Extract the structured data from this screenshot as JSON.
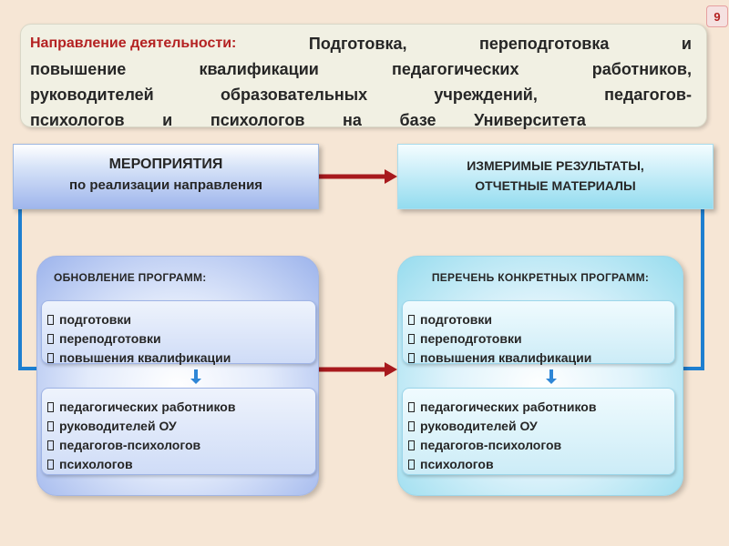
{
  "page_number": "9",
  "header": {
    "label": "Направление деятельности:",
    "line1_words": [
      "Подготовка,",
      "переподготовка",
      "и"
    ],
    "line2_words": [
      "повышение",
      "квалификации",
      "педагогических",
      "работников,"
    ],
    "line3_words": [
      "руководителей",
      "образовательных",
      "учреждений,",
      "педагогов-"
    ],
    "line4_words": [
      "психологов",
      "и",
      "психологов",
      "на",
      "базе",
      "Университета"
    ]
  },
  "left_top": {
    "title": "МЕРОПРИЯТИЯ",
    "subtitle": "по реализации направления"
  },
  "right_top": {
    "line1": "ИЗМЕРИМЫЕ  РЕЗУЛЬТАТЫ,",
    "line2": "ОТЧЕТНЫЕ МАТЕРИАЛЫ"
  },
  "left_panel": {
    "title": "ОБНОВЛЕНИЕ   ПРОГРАММ:",
    "list_a": [
      "подготовки",
      "переподготовки",
      "повышения квалификации"
    ],
    "list_b": [
      "педагогических работников",
      "руководителей ОУ",
      "педагогов-психологов",
      "психологов"
    ]
  },
  "right_panel": {
    "title": "ПЕРЕЧЕНЬ КОНКРЕТНЫХ ПРОГРАММ:",
    "list_a": [
      "подготовки",
      "переподготовки",
      "повышения квалификации"
    ],
    "list_b": [
      "педагогических работников",
      "руководителей ОУ",
      "педагогов-психологов",
      "психологов"
    ]
  },
  "colors": {
    "arrow_red": "#a8191d",
    "connector_blue": "#1e7fd0",
    "label_red": "#b42222"
  },
  "icons": {
    "bullet": "checkbox-square-icon"
  }
}
